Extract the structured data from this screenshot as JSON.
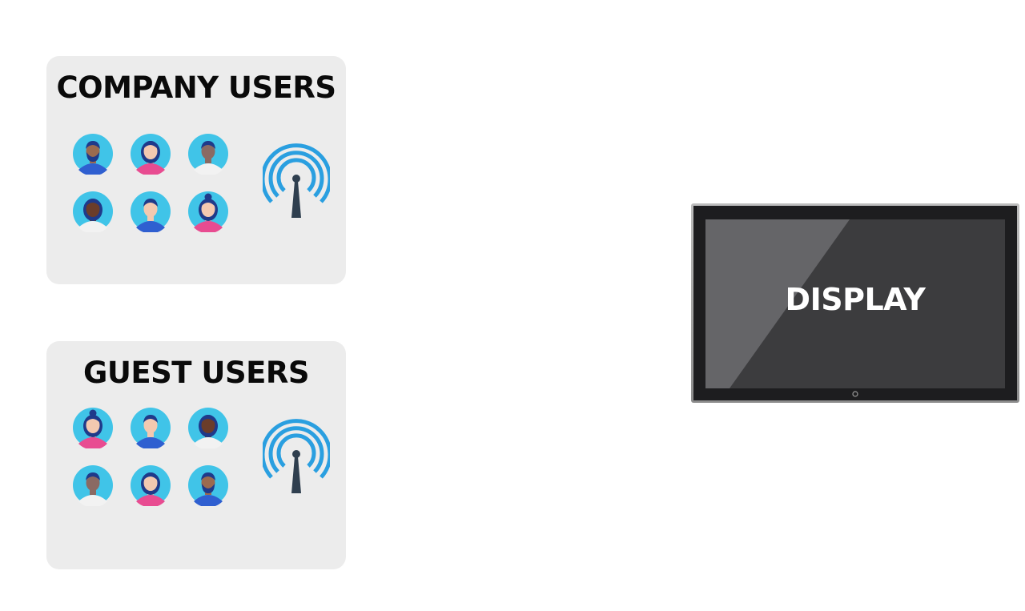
{
  "groups": [
    {
      "title": "COMPANY USERS",
      "users": [
        {
          "icon": "man-beard-avatar-icon",
          "skin": "#9b6b4f",
          "hair": "#1f3a8a",
          "shirt": "#2f5fd0",
          "bg": "#40c4e8",
          "beard": true,
          "bun": false,
          "female": false
        },
        {
          "icon": "woman-long-hair-avatar-icon",
          "skin": "#f3c9b0",
          "hair": "#1f3a8a",
          "shirt": "#e84c91",
          "bg": "#40c4e8",
          "beard": false,
          "bun": false,
          "female": true
        },
        {
          "icon": "man-avatar-icon",
          "skin": "#8a6a63",
          "hair": "#1f3a8a",
          "shirt": "#f2f2f2",
          "bg": "#40c4e8",
          "beard": false,
          "bun": false,
          "female": false
        },
        {
          "icon": "woman-curly-hair-avatar-icon",
          "skin": "#6b3d2a",
          "hair": "#1f3a8a",
          "shirt": "#f2f2f2",
          "bg": "#40c4e8",
          "beard": false,
          "bun": false,
          "female": true
        },
        {
          "icon": "man-avatar-icon",
          "skin": "#f3c9b0",
          "hair": "#1f3a8a",
          "shirt": "#2f5fd0",
          "bg": "#40c4e8",
          "beard": false,
          "bun": false,
          "female": false
        },
        {
          "icon": "woman-bun-avatar-icon",
          "skin": "#f3c9b0",
          "hair": "#1f3a8a",
          "shirt": "#e84c91",
          "bg": "#40c4e8",
          "beard": false,
          "bun": true,
          "female": true
        }
      ],
      "antenna_icon": "wireless-antenna-icon"
    },
    {
      "title": "GUEST USERS",
      "users": [
        {
          "icon": "woman-bun-avatar-icon",
          "skin": "#f3c9b0",
          "hair": "#1f3a8a",
          "shirt": "#e84c91",
          "bg": "#40c4e8",
          "beard": false,
          "bun": true,
          "female": true
        },
        {
          "icon": "man-avatar-icon",
          "skin": "#f3c9b0",
          "hair": "#1f3a8a",
          "shirt": "#2f5fd0",
          "bg": "#40c4e8",
          "beard": false,
          "bun": false,
          "female": false
        },
        {
          "icon": "woman-curly-hair-avatar-icon",
          "skin": "#6b3d2a",
          "hair": "#1f3a8a",
          "shirt": "#f2f2f2",
          "bg": "#40c4e8",
          "beard": false,
          "bun": false,
          "female": true
        },
        {
          "icon": "man-avatar-icon",
          "skin": "#8a6a63",
          "hair": "#1f3a8a",
          "shirt": "#f2f2f2",
          "bg": "#40c4e8",
          "beard": false,
          "bun": false,
          "female": false
        },
        {
          "icon": "woman-long-hair-avatar-icon",
          "skin": "#f3c9b0",
          "hair": "#1f3a8a",
          "shirt": "#e84c91",
          "bg": "#40c4e8",
          "beard": false,
          "bun": false,
          "female": true
        },
        {
          "icon": "man-beard-avatar-icon",
          "skin": "#9b6b4f",
          "hair": "#1f3a8a",
          "shirt": "#2f5fd0",
          "bg": "#40c4e8",
          "beard": true,
          "bun": false,
          "female": false
        }
      ],
      "antenna_icon": "wireless-antenna-icon"
    }
  ],
  "display": {
    "label": "DISPLAY",
    "icon": "display-monitor-icon"
  },
  "colors": {
    "panel_bg": "#ececec",
    "signal_blue": "#2a9fe0",
    "antenna_mast": "#2f3f4f",
    "monitor_frame": "#a5a5a5",
    "monitor_screen": "#3c3c3e"
  }
}
